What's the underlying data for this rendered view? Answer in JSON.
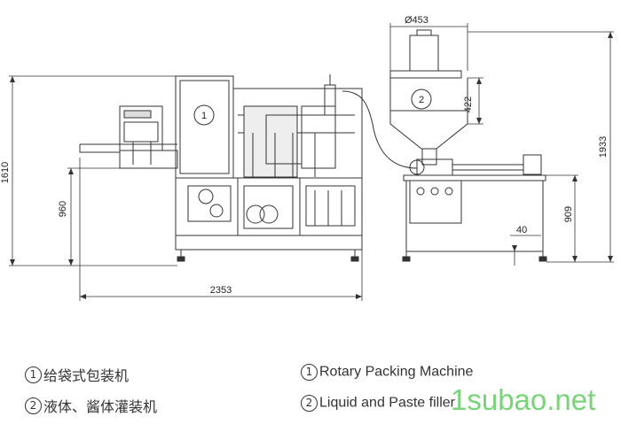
{
  "dimensions": {
    "hopper_diameter": "Ø453",
    "hopper_height": "422",
    "overall_height_filler": "1933",
    "overall_height_packer": "1610",
    "packer_table_height": "960",
    "overall_length": "2353",
    "filler_table_height": "909",
    "base_clearance": "40"
  },
  "callouts": {
    "one": "1",
    "two": "2"
  },
  "legend": {
    "item1_cn": "给袋式包装机",
    "item2_cn": "液体、酱体灌装机",
    "item1_en": "Rotary Packing Machine",
    "item2_en": "Liquid and Paste filler"
  },
  "watermark": "1subao.net"
}
